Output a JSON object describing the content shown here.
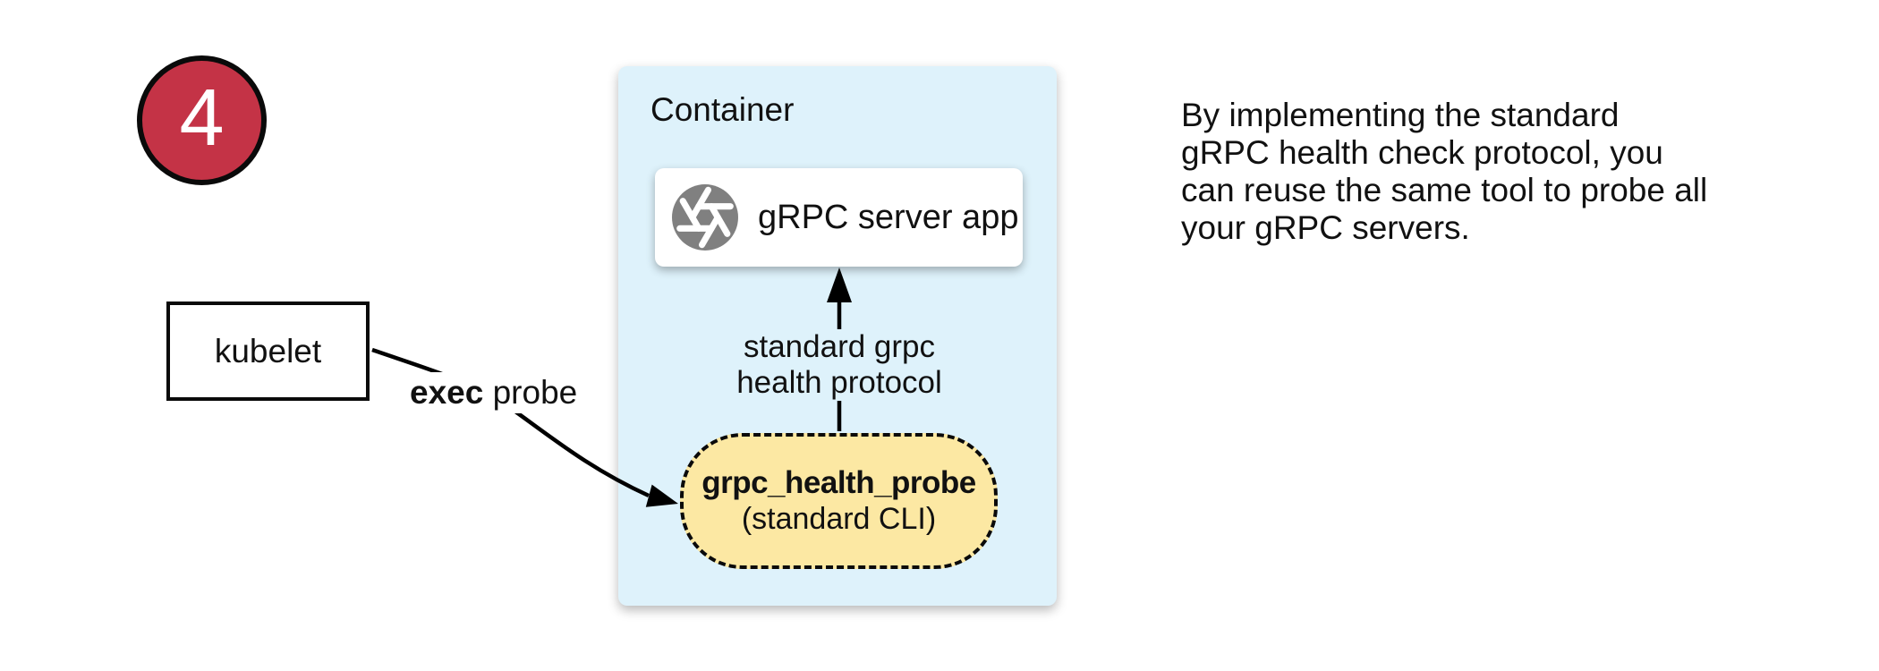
{
  "badge": {
    "number": "4"
  },
  "kubelet": {
    "label": "kubelet"
  },
  "container": {
    "title": "Container",
    "server_label": "gRPC server app",
    "server_icon": "aperture-icon",
    "probe_name": "grpc_health_probe",
    "probe_subtitle": "(standard CLI)"
  },
  "labels": {
    "health_protocol": "standard grpc\nhealth protocol",
    "exec_bold": "exec",
    "exec_rest": "probe"
  },
  "note": {
    "text": "By implementing the standard\ngRPC health check protocol, you\ncan reuse the same tool to probe all\nyour gRPC servers."
  },
  "colors": {
    "badge_red": "#C43346",
    "container_blue": "#DEF2FB",
    "probe_yellow": "#FCE8A3",
    "icon_gray": "#808080",
    "line_black": "#000000"
  }
}
